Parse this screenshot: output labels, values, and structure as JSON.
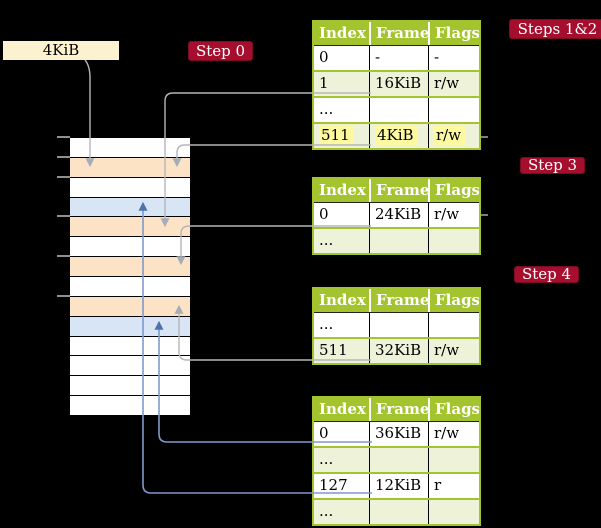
{
  "legend": {
    "label": "4KiB"
  },
  "badges": {
    "step0": {
      "label": "Step 0"
    },
    "steps12": {
      "label": "Steps 1&2"
    },
    "step3": {
      "label": "Step 3"
    },
    "step4": {
      "label": "Step 4"
    }
  },
  "tables": [
    {
      "headers": [
        "Index",
        "Frame",
        "Flags"
      ],
      "rows": [
        {
          "index": "0",
          "frame": "-",
          "flags": "-"
        },
        {
          "index": "1",
          "frame": "16KiB",
          "flags": "r/w"
        },
        {
          "index": "...",
          "frame": "",
          "flags": ""
        },
        {
          "index": "511",
          "frame": "4KiB",
          "flags": "r/w",
          "highlighted": true
        }
      ]
    },
    {
      "headers": [
        "Index",
        "Frame",
        "Flags"
      ],
      "rows": [
        {
          "index": "0",
          "frame": "24KiB",
          "flags": "r/w"
        },
        {
          "index": "...",
          "frame": "",
          "flags": ""
        }
      ]
    },
    {
      "headers": [
        "Index",
        "Frame",
        "Flags"
      ],
      "rows": [
        {
          "index": "...",
          "frame": "",
          "flags": ""
        },
        {
          "index": "511",
          "frame": "32KiB",
          "flags": "r/w"
        }
      ]
    },
    {
      "headers": [
        "Index",
        "Frame",
        "Flags"
      ],
      "rows": [
        {
          "index": "0",
          "frame": "36KiB",
          "flags": "r/w"
        },
        {
          "index": "...",
          "frame": "",
          "flags": ""
        },
        {
          "index": "127",
          "frame": "12KiB",
          "flags": "r"
        },
        {
          "index": "...",
          "frame": "",
          "flags": ""
        }
      ]
    }
  ],
  "memory": {
    "rows": [
      "white",
      "orange",
      "white",
      "blue",
      "orange",
      "white",
      "orange",
      "white",
      "orange",
      "blue",
      "white",
      "white",
      "white",
      "white"
    ]
  },
  "connectors": [
    {
      "from": "legend-4KiB-box",
      "to": "memory-row-2",
      "color": "gray"
    },
    {
      "from": "table1-row-1",
      "to": "memory-row-5",
      "color": "gray"
    },
    {
      "from": "table1-row-511",
      "to": "memory-row-2",
      "color": "gray"
    },
    {
      "from": "table2-row-0",
      "to": "memory-row-7",
      "color": "gray"
    },
    {
      "from": "table3-row-511",
      "to": "memory-row-9",
      "color": "gray"
    },
    {
      "from": "table4-row-0",
      "to": "memory-row-10",
      "color": "blue"
    },
    {
      "from": "table4-row-127",
      "to": "memory-row-4",
      "color": "blue"
    }
  ],
  "colors": {
    "background": "#000000",
    "table_header_green": "#a3c42e",
    "table_row_tint": "#edf2d9",
    "highlight_yellow": "#fdf9a1",
    "badge_red": "#a60e2e",
    "frame_orange": "#fde3c6",
    "frame_blue": "#d8e5f4",
    "legend_cream": "#fcf2cf",
    "connector_gray": "#b6b6b6",
    "connector_blue": "#7f9aca"
  }
}
